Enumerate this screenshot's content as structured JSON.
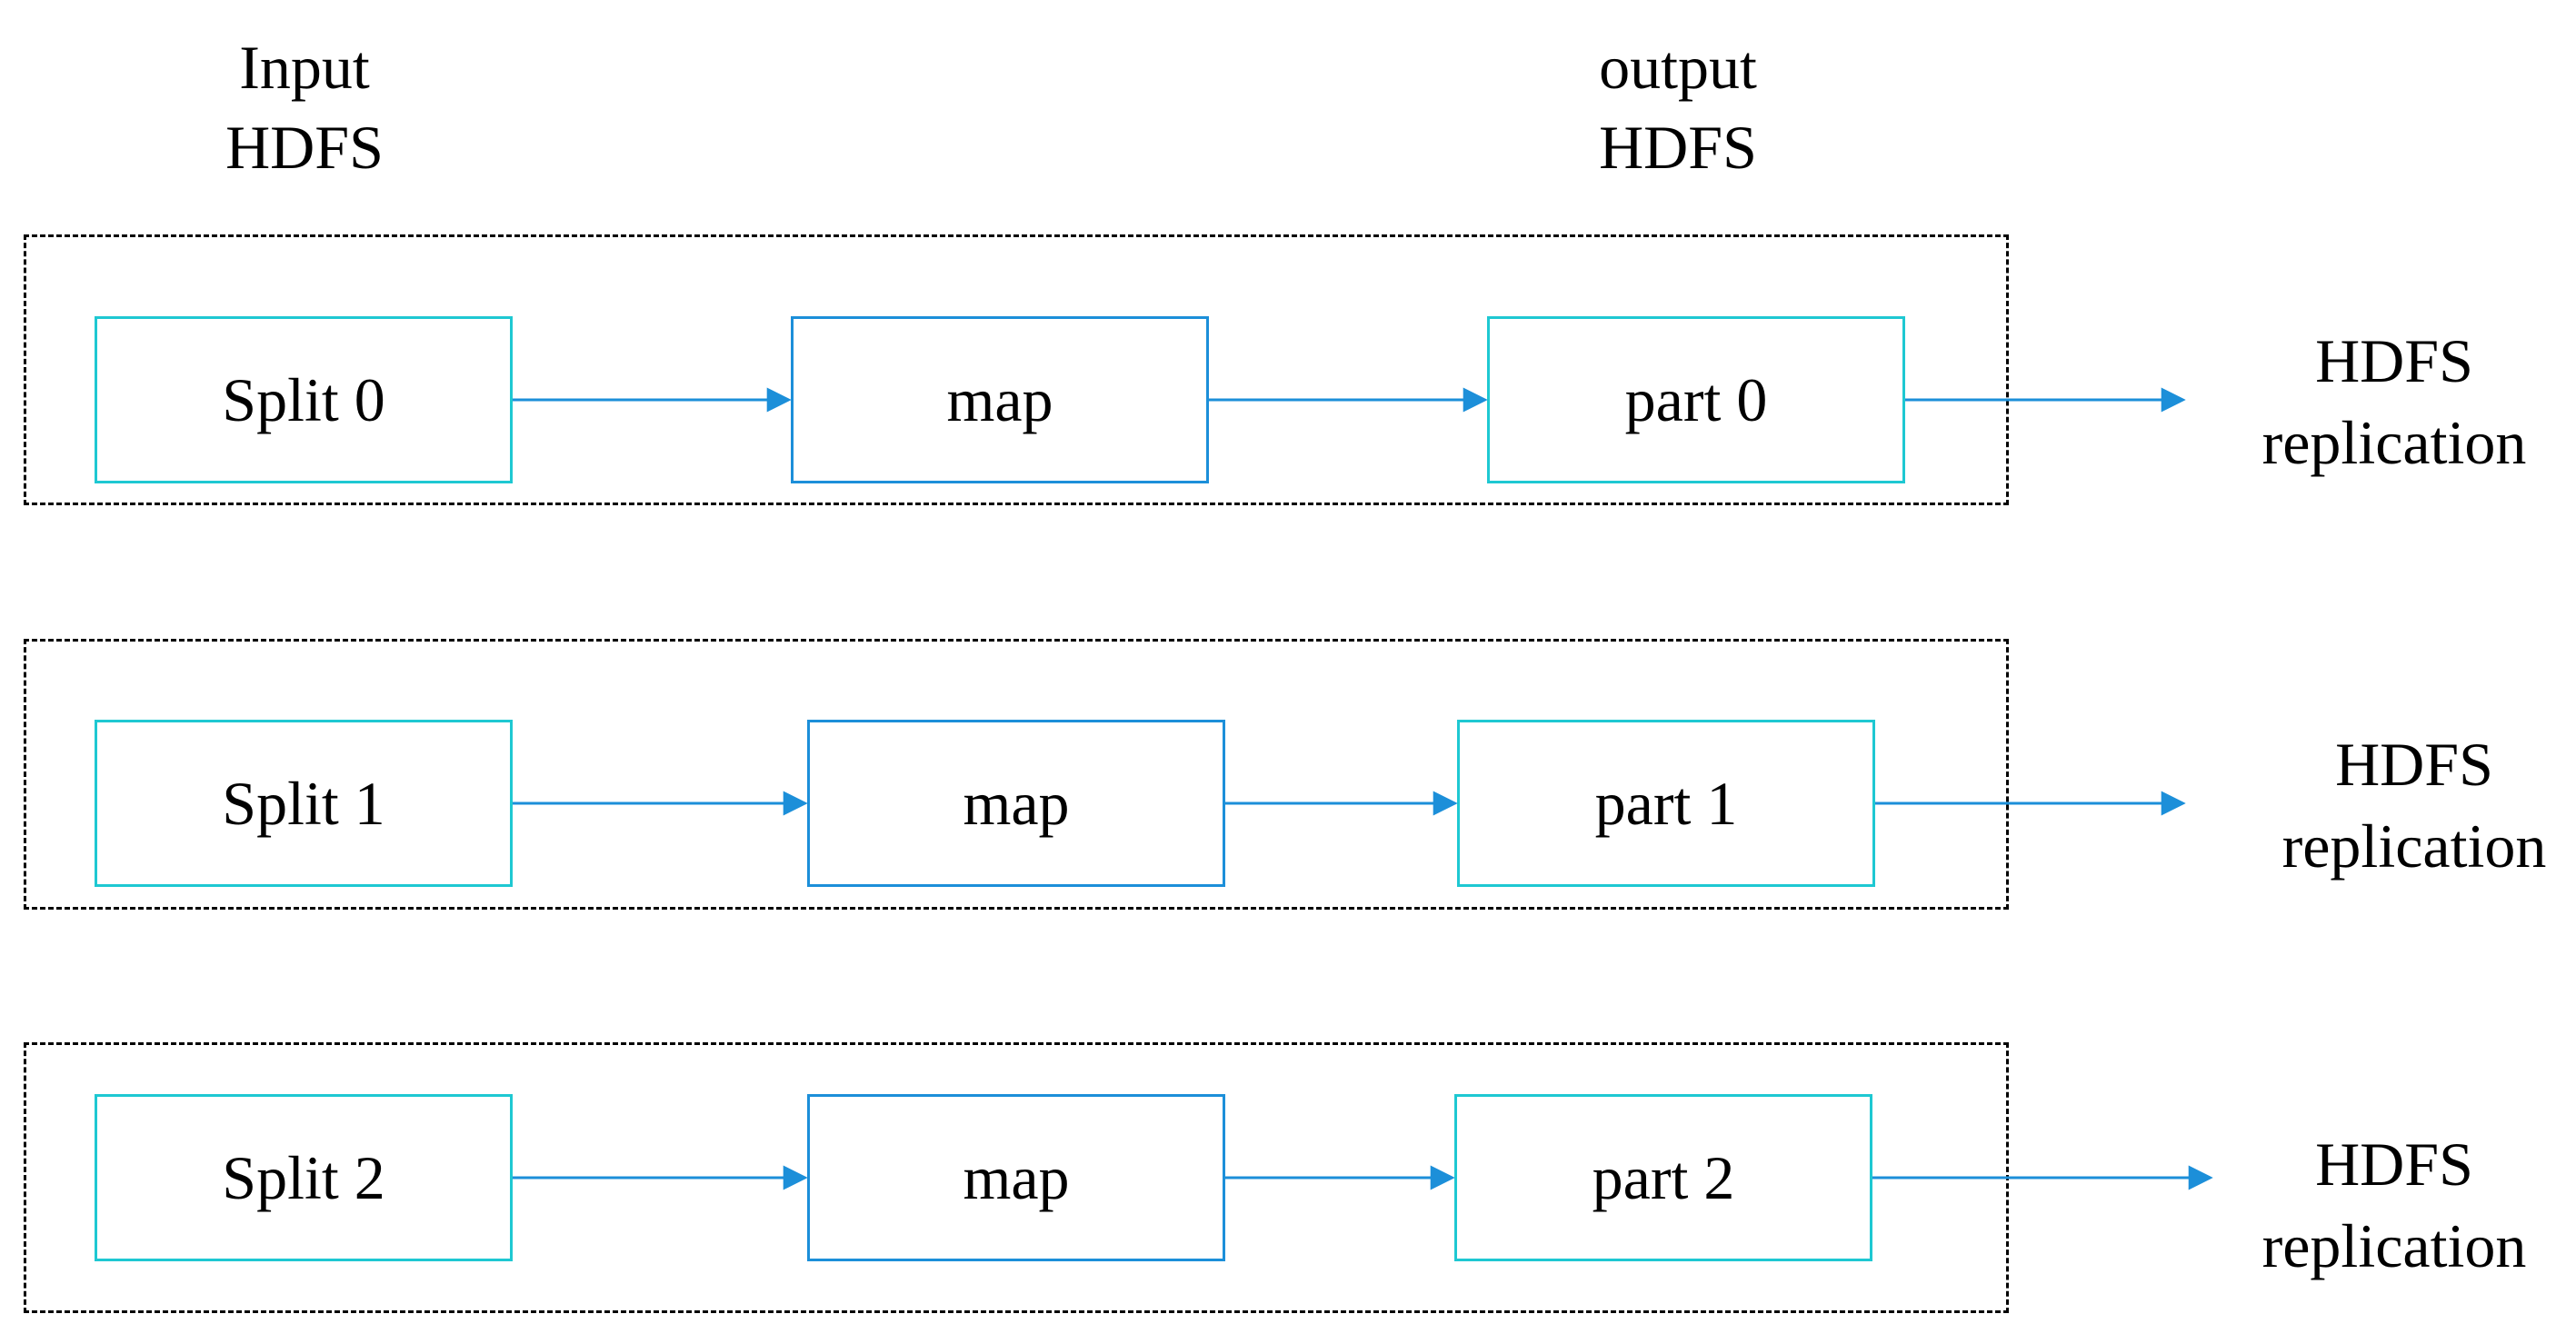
{
  "headers": {
    "input": {
      "line1": "Input",
      "line2": "HDFS"
    },
    "output": {
      "line1": "output",
      "line2": "HDFS"
    }
  },
  "rows": [
    {
      "split": "Split 0",
      "map": "map",
      "part": "part 0",
      "dest": {
        "line1": "HDFS",
        "line2": "replication"
      }
    },
    {
      "split": "Split 1",
      "map": "map",
      "part": "part 1",
      "dest": {
        "line1": "HDFS",
        "line2": "replication"
      }
    },
    {
      "split": "Split 2",
      "map": "map",
      "part": "part 2",
      "dest": {
        "line1": "HDFS",
        "line2": "replication"
      }
    }
  ],
  "colors": {
    "split_border": "#1ec8d2",
    "map_border": "#1c8fd9",
    "part_border": "#1ec8d2",
    "arrow": "#1c8fd9",
    "group_border": "#000000"
  }
}
